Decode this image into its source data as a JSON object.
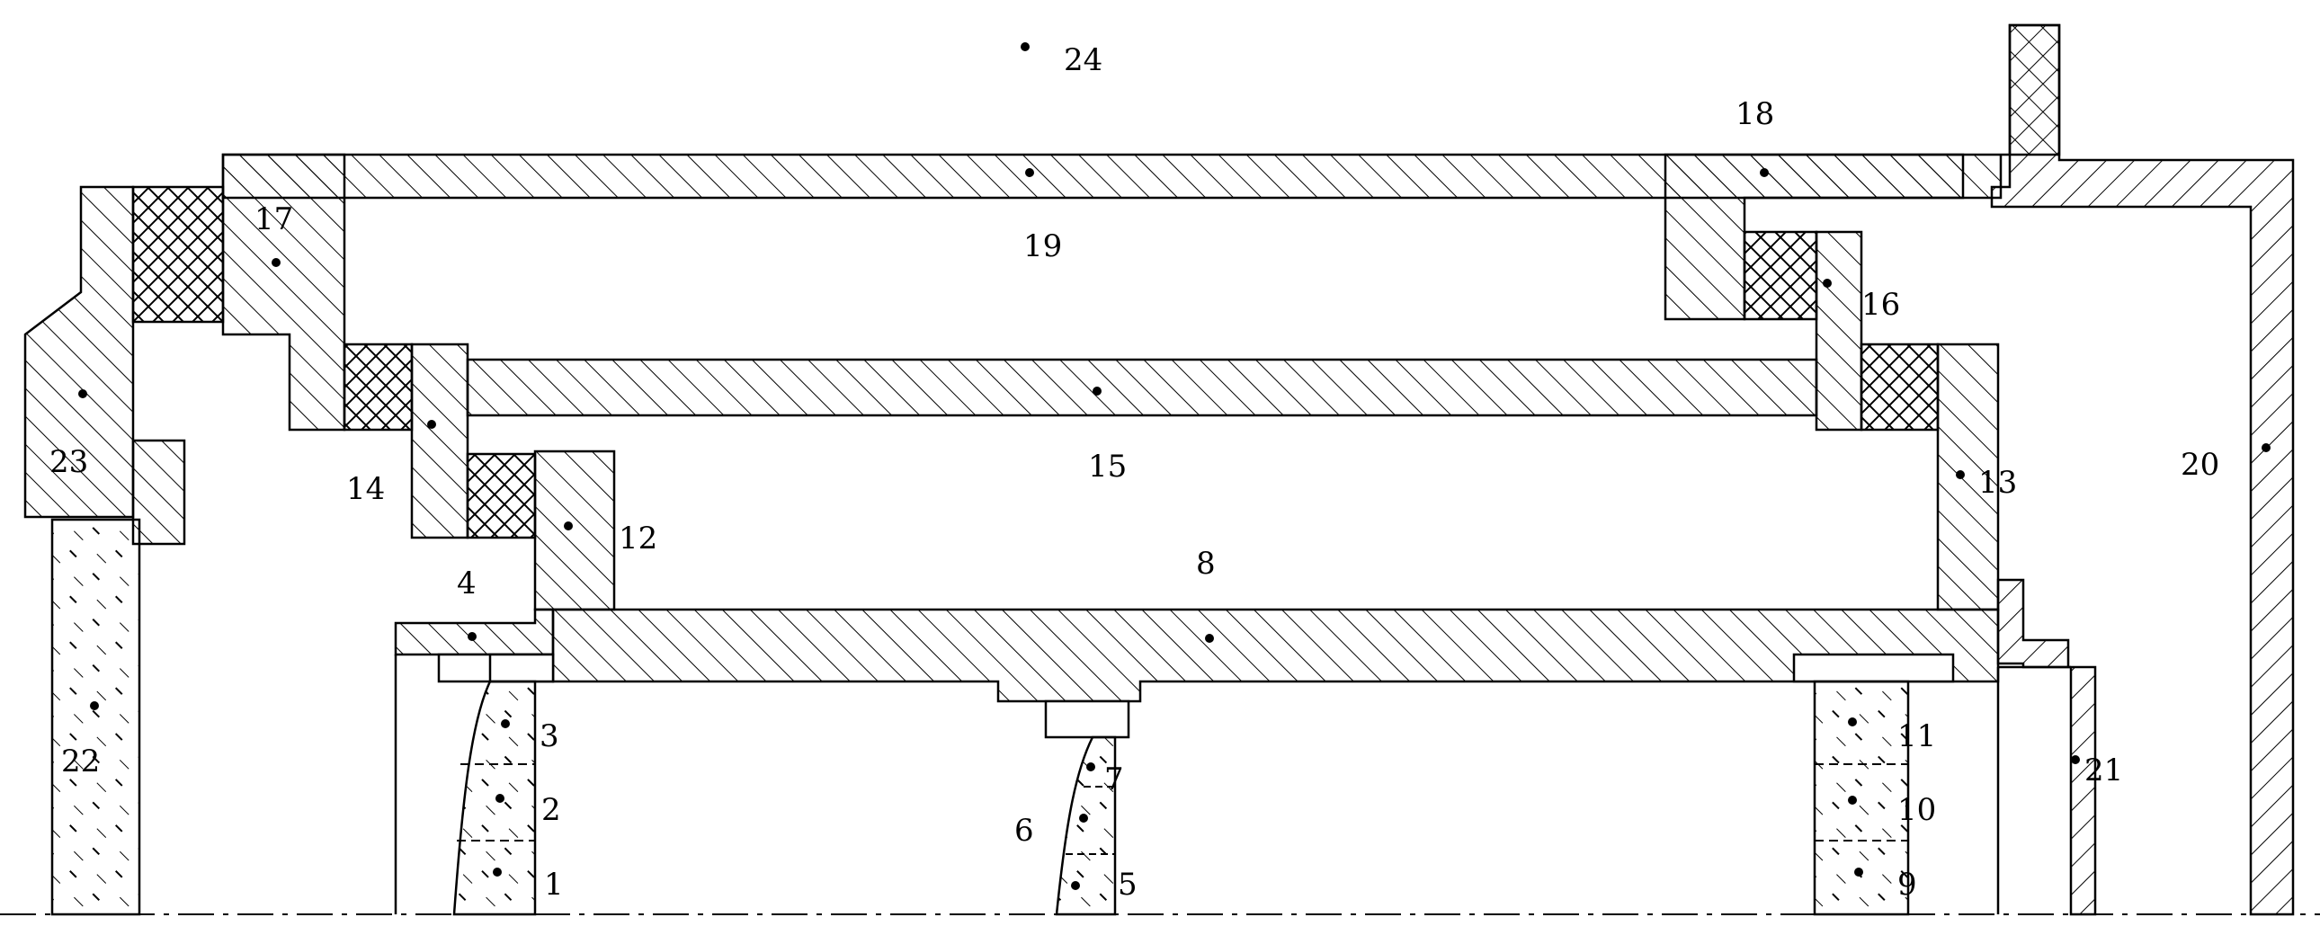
{
  "colors": {
    "line": "#000000",
    "background": "#ffffff"
  },
  "labels": {
    "l1": "1",
    "l2": "2",
    "l3": "3",
    "l4": "4",
    "l5": "5",
    "l6": "6",
    "l7": "7",
    "l8": "8",
    "l9": "9",
    "l10": "10",
    "l11": "11",
    "l12": "12",
    "l13": "13",
    "l14": "14",
    "l15": "15",
    "l16": "16",
    "l17": "17",
    "l18": "18",
    "l19": "19",
    "l20": "20",
    "l21": "21",
    "l22": "22",
    "l23": "23",
    "l24": "24"
  }
}
